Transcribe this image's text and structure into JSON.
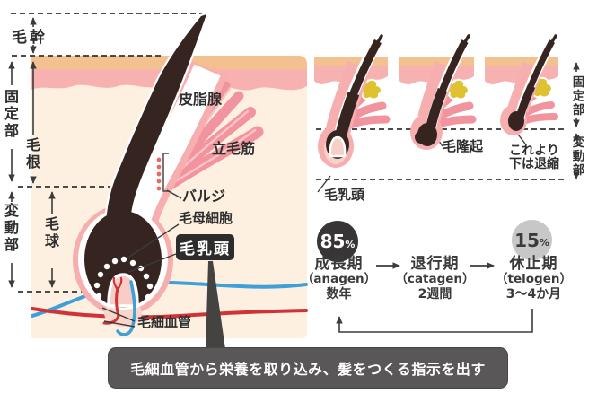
{
  "anatomy": {
    "hair_shaft": "毛幹",
    "fixed_part": "固定部",
    "hair_root": "毛根",
    "variable_part": "変動部",
    "hair_bulb": "毛球",
    "sebaceous_gland": "皮脂腺",
    "arrector_pili_muscle": "立毛筋",
    "bulge": "バルジ",
    "hair_matrix_cells": "毛母細胞",
    "dermal_papilla": "毛乳頭",
    "capillaries": "毛細血管"
  },
  "stages_panel": {
    "papilla_label": "毛乳頭",
    "bulge_label": "毛隆起",
    "regression_note_line1": "これより",
    "regression_note_line2": "下は退縮",
    "fixed_part": "固定部",
    "variable_part": "変動部"
  },
  "cycle": {
    "stages": [
      {
        "name": "成長期",
        "romaji": "（anagen）",
        "duration": "数年",
        "percent": "85",
        "percent_symbol": "%"
      },
      {
        "name": "退行期",
        "romaji": "（catagen）",
        "duration": "2週間"
      },
      {
        "name": "休止期",
        "romaji": "（telogen）",
        "duration": "3〜4か月",
        "percent": "15",
        "percent_symbol": "%"
      }
    ]
  },
  "callout": {
    "text": "毛細血管から栄養を取り込み、髪をつくる指示を出す"
  },
  "colors": {
    "hair": "#35241f",
    "skin_base": "#fdf0e1",
    "epidermis_tan": "#f3c08f",
    "dermis_pink": "#f8b1b1",
    "follicle_pink": "#f7aeae",
    "muscle_pink": "#f2949e",
    "gland_yellow": "#dfc22f",
    "artery_red": "#cf3338",
    "vein_blue": "#3fa0d8",
    "badge_dark": "#2d2b2b",
    "callout_gray": "#595757",
    "percent_dark": "#373535",
    "percent_light": "#c8c7c7"
  }
}
